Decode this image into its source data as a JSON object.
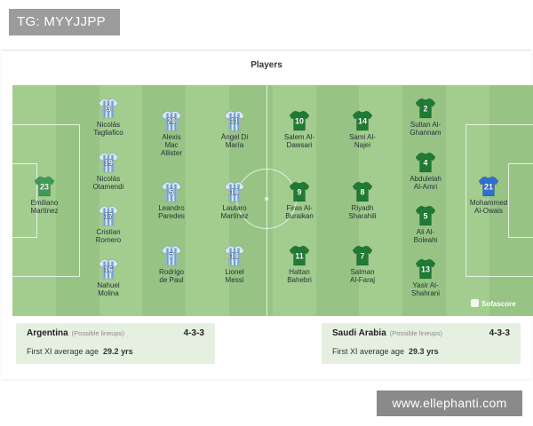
{
  "watermark_top": "TG: MYYJJPP",
  "watermark_bottom": "www.ellephanti.com",
  "section_title": "Players",
  "brand": "Sofascore",
  "colors": {
    "pitch": "#9ec98a",
    "home_shirt": "#d9e7f5",
    "home_stripe": "#6fa2d3",
    "away_shirt": "#1f7a33",
    "home_gk": "#3f9a55",
    "away_gk": "#2f6fd0"
  },
  "home_team": {
    "name": "Argentina",
    "possible_label": "(Possible lineups)",
    "formation": "4-3-3",
    "avg_age_label": "First XI average age",
    "avg_age": "29.2 yrs",
    "players": [
      {
        "number": "23",
        "name": [
          "Emiliano",
          "Martínez"
        ],
        "gk": true
      },
      {
        "number": "3",
        "name": [
          "Nicolás",
          "Tagliafico"
        ]
      },
      {
        "number": "19",
        "name": [
          "Nicolás",
          "Otamendi"
        ]
      },
      {
        "number": "17",
        "name": [
          "Cristian",
          "Romero"
        ]
      },
      {
        "number": "16",
        "name": [
          "Nahuel",
          "Molina"
        ]
      },
      {
        "number": "20",
        "name": [
          "Alexis",
          "Mac",
          "Allister"
        ]
      },
      {
        "number": "5",
        "name": [
          "Leandro",
          "Paredes"
        ]
      },
      {
        "number": "7",
        "name": [
          "Rodrigo",
          "de Paul"
        ]
      },
      {
        "number": "11",
        "name": [
          "Ángel Di",
          "María"
        ]
      },
      {
        "number": "10",
        "name": [
          "Lautaro",
          "Martínez"
        ]
      },
      {
        "number": "10",
        "name": [
          "Lionel",
          "Messi"
        ]
      }
    ]
  },
  "away_team": {
    "name": "Saudi Arabia",
    "possible_label": "(Possible lineups)",
    "formation": "4-3-3",
    "avg_age_label": "First XI average age",
    "avg_age": "29.3 yrs",
    "players": [
      {
        "number": "10",
        "name": [
          "Salem Al-",
          "Dawsari"
        ]
      },
      {
        "number": "9",
        "name": [
          "Firas Al-",
          "Buraikan"
        ]
      },
      {
        "number": "11",
        "name": [
          "Hattan",
          "Bahebri"
        ]
      },
      {
        "number": "14",
        "name": [
          "Sami Al-",
          "Najei"
        ]
      },
      {
        "number": "8",
        "name": [
          "Riyadh",
          "Sharahili"
        ]
      },
      {
        "number": "7",
        "name": [
          "Salman",
          "Al-Faraj"
        ]
      },
      {
        "number": "2",
        "name": [
          "Sultan Al-",
          "Ghannam"
        ]
      },
      {
        "number": "4",
        "name": [
          "Abdulelah",
          "Al-Amri"
        ]
      },
      {
        "number": "5",
        "name": [
          "Ali Al-",
          "Boleahi"
        ]
      },
      {
        "number": "13",
        "name": [
          "Yasir Al-",
          "Shahrani"
        ]
      },
      {
        "number": "21",
        "name": [
          "Mohammed",
          "Al-Owais"
        ],
        "gk": true
      }
    ]
  }
}
